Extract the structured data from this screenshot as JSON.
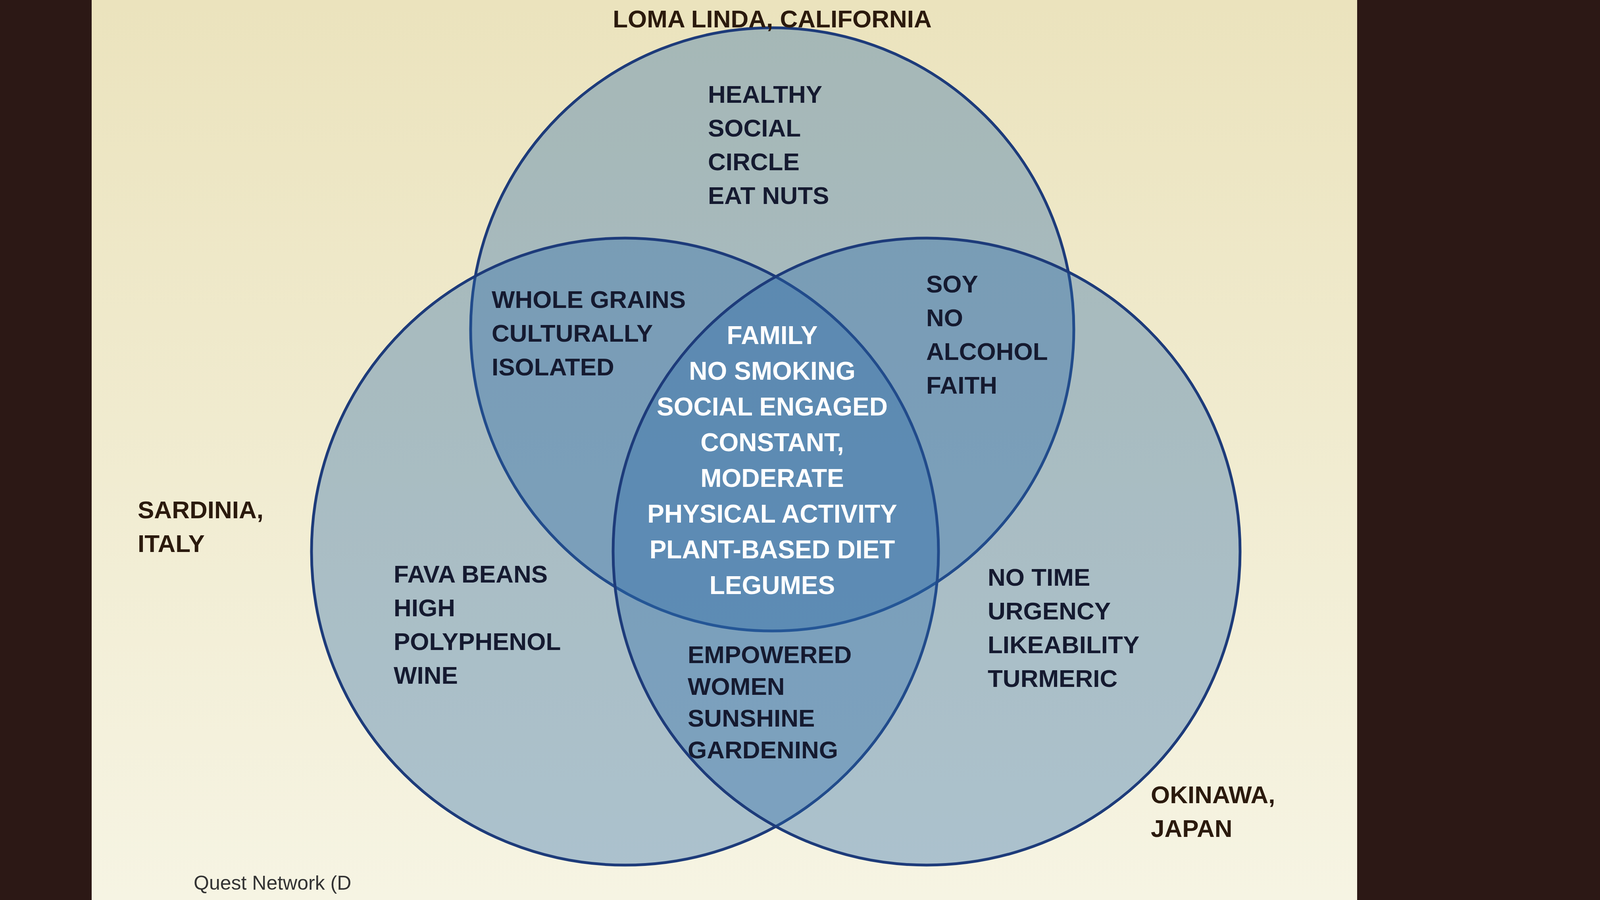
{
  "diagram": {
    "nodes": [
      {
        "text": [
          "LOMA LINDA, CALIFORNIA",
          "HEALTHY SOCIAL CIRCLE",
          "EAT NUTS"
        ]
      },
      {
        "text": [
          "SARDINIA, ITALY",
          "FAVA BEANS",
          "HIGH POLYPHENOL WINE"
        ]
      },
      {
        "text": [
          "OKINAWA, JAPAN",
          "NO TIME URGENCY",
          "LIKEABILITY",
          "TURMERIC"
        ]
      }
    ],
    "labels": [
      "WHOLE GRAINS",
      "CULTURALLY ISOLATED",
      "SOY",
      "NO ALCOHOL",
      "FAITH",
      "FAMILY",
      "NO SMOKING",
      "SOCIAL ENGAGED",
      "CONSTANT, MODERATE PHYSICAL ACTIVITY",
      "PLANT-BASED DIET",
      "LEGUMES",
      "EMPOWERED WOMEN",
      "SUNSHINE",
      "GARDENING",
      "Quest Network (D"
    ]
  }
}
